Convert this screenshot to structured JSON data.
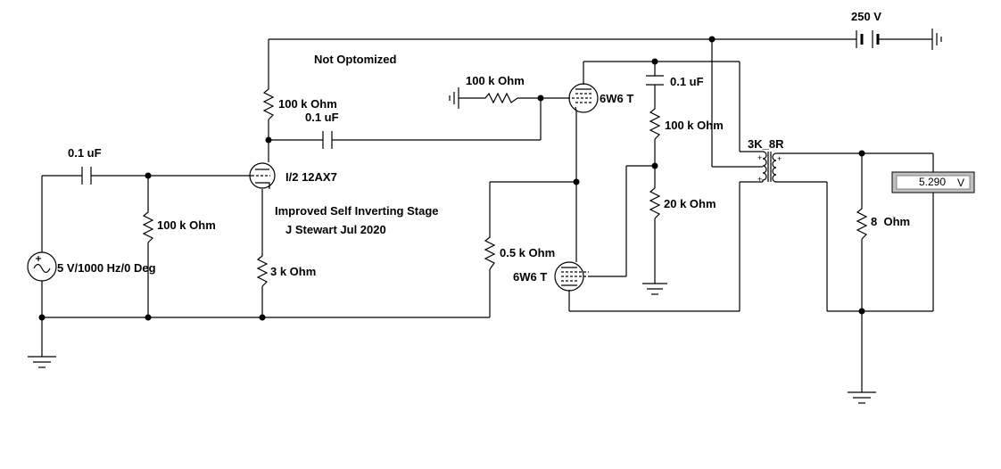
{
  "title": "Not Optomized",
  "subtitle_line1": "Improved Self Inverting Stage",
  "subtitle_line2": "J Stewart Jul 2020",
  "components": {
    "supply": "250 V",
    "source": "5 V/1000 Hz/0 Deg",
    "c_input": "0.1 uF",
    "r_grid": "100 k Ohm",
    "r_plate": "100 k Ohm",
    "c_couple": "0.1 uF",
    "tube_pre": "I/2 12AX7",
    "r_cathode": "3 k Ohm",
    "r_grid_top": "100 k Ohm",
    "tube_top": "6W6 T",
    "c_fb": "0.1 uF",
    "r_fb_top": "100 k Ohm",
    "r_fb_bottom": "20 k Ohm",
    "r_bottom": "0.5 k Ohm",
    "tube_bottom": "6W6 T",
    "transformer": "3K_8R",
    "r_load": "8  Ohm"
  },
  "voltmeter": {
    "reading": "5.290",
    "unit": "V"
  }
}
